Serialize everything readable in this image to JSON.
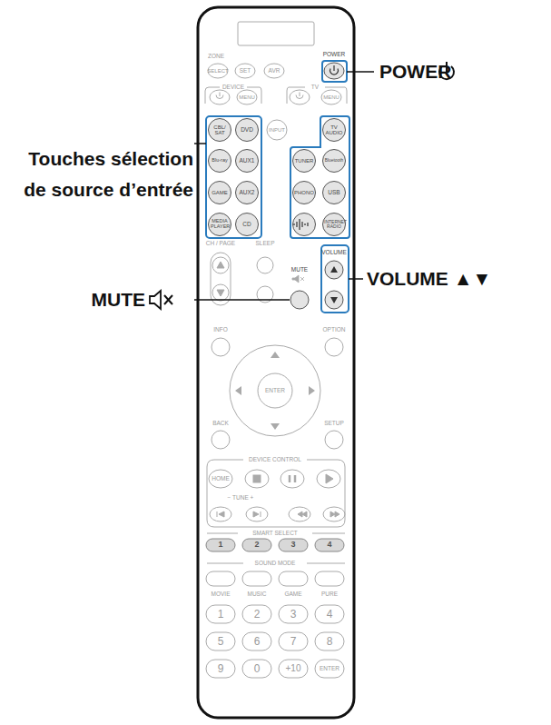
{
  "diagram": {
    "labels": [
      "POWER",
      "Touches sélection de source d’entrée",
      "MUTE",
      "VOLUME ▲▼",
      "ZONE",
      "SELECT",
      "SET",
      "AVR",
      "POWER",
      "DEVICE",
      "MENU",
      "TV",
      "MENU",
      "CBL/ SAT",
      "DVD",
      "INPUT",
      "TV AUDIO",
      "Blu-ray",
      "AUX1",
      "TUNER",
      "Bluetooth",
      "GAME",
      "AUX2",
      "PHONO",
      "USB",
      "MEDIA PLAYER",
      "CD",
      "INTERNET RADIO",
      "CH / PAGE",
      "SLEEP",
      "MUTE",
      "VOLUME",
      "INFO",
      "OPTION",
      "ENTER",
      "BACK",
      "SETUP",
      "DEVICE CONTROL",
      "HOME",
      "− TUNE +",
      "SMART SELECT",
      "1",
      "2",
      "3",
      "4",
      "SOUND MODE",
      "MOVIE",
      "MUSIC",
      "GAME",
      "PURE",
      "1",
      "2",
      "3",
      "4",
      "5",
      "6",
      "7",
      "8",
      "9",
      "0",
      "+10",
      "ENTER"
    ]
  }
}
